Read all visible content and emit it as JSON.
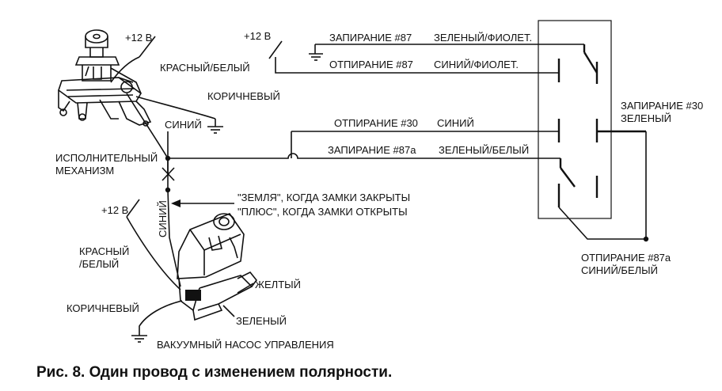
{
  "caption": "Рис. 8. Один провод с изменением полярности.",
  "labels": {
    "plus12_top_left": "+12 В",
    "red_white_top": "КРАСНЫЙ/БЕЛЫЙ",
    "brown_top": "КОРИЧНЕВЫЙ",
    "blue_top": "СИНИЙ",
    "actuator_line1": "ИСПОЛНИТЕЛЬНЫЙ",
    "actuator_line2": "МЕХАНИЗМ",
    "plus12_relay": "+12 В",
    "lock87": "ЗАПИРАНИЕ #87",
    "green_violet": "ЗЕЛЕНЫЙ/ФИОЛЕТ.",
    "unlock87": "ОТПИРАНИЕ #87",
    "blue_violet": "СИНИЙ/ФИОЛЕТ.",
    "unlock30": "ОТПИРАНИЕ #30",
    "blue_mid": "СИНИЙ",
    "lock87a": "ЗАПИРАНИЕ #87a",
    "green_white": "ЗЕЛЕНЫЙ/БЕЛЫЙ",
    "lock30": "ЗАПИРАНИЕ #30",
    "green_right": "ЗЕЛЕНЫЙ",
    "unlock87a": "ОТПИРАНИЕ #87a",
    "blue_white": "СИНИЙ/БЕЛЫЙ",
    "ground_note": "\"ЗЕМЛЯ\", КОГДА ЗАМКИ ЗАКРЫТЫ",
    "plus_note": "\"ПЛЮС\", КОГДА ЗАМКИ ОТКРЫТЫ",
    "plus12_pump": "+12 В",
    "red_pump": "КРАСНЫЙ",
    "white_pump": "/БЕЛЫЙ",
    "blue_vertical": "СИНИЙ",
    "yellow": "ЖЕЛТЫЙ",
    "brown_pump": "КОРИЧНЕВЫЙ",
    "green_pump": "ЗЕЛЕНЫЙ",
    "pump_title": "ВАКУУМНЫЙ НАСОС УПРАВЛЕНИЯ"
  }
}
